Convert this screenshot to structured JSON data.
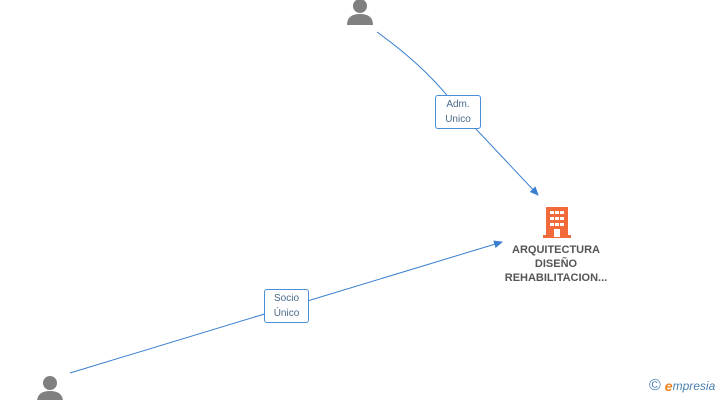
{
  "diagram": {
    "edges": [
      {
        "label_line1": "Adm.",
        "label_line2": "Unico"
      },
      {
        "label_line1": "Socio",
        "label_line2": "Único"
      }
    ],
    "company": {
      "line1": "ARQUITECTURA",
      "line2": "DISEÑO",
      "line3": "REHABILITACION..."
    },
    "colors": {
      "edge": "#3a7fd0",
      "person_icon": "#808080",
      "company_icon": "#f26a3a",
      "label_border": "#4a8fd6"
    }
  },
  "watermark": {
    "copyright_symbol": "©",
    "brand_e": "e",
    "brand_rest": "mpresia"
  }
}
